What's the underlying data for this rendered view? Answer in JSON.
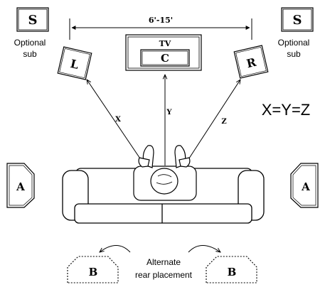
{
  "subwoofer_left": {
    "label": "S",
    "caption_line1": "Optional",
    "caption_line2": "sub"
  },
  "subwoofer_right": {
    "label": "S",
    "caption_line1": "Optional",
    "caption_line2": "sub"
  },
  "distance_label": "6'-15'",
  "tv_label": "TV",
  "center_label": "C",
  "speaker_left_label": "L",
  "speaker_right_label": "R",
  "arrow_labels": {
    "x": "X",
    "y": "Y",
    "z": "Z"
  },
  "equation": "X=Y=Z",
  "surround_left_label": "A",
  "surround_right_label": "A",
  "rear_left_label": "B",
  "rear_right_label": "B",
  "rear_caption_line1": "Alternate",
  "rear_caption_line2": "rear placement"
}
